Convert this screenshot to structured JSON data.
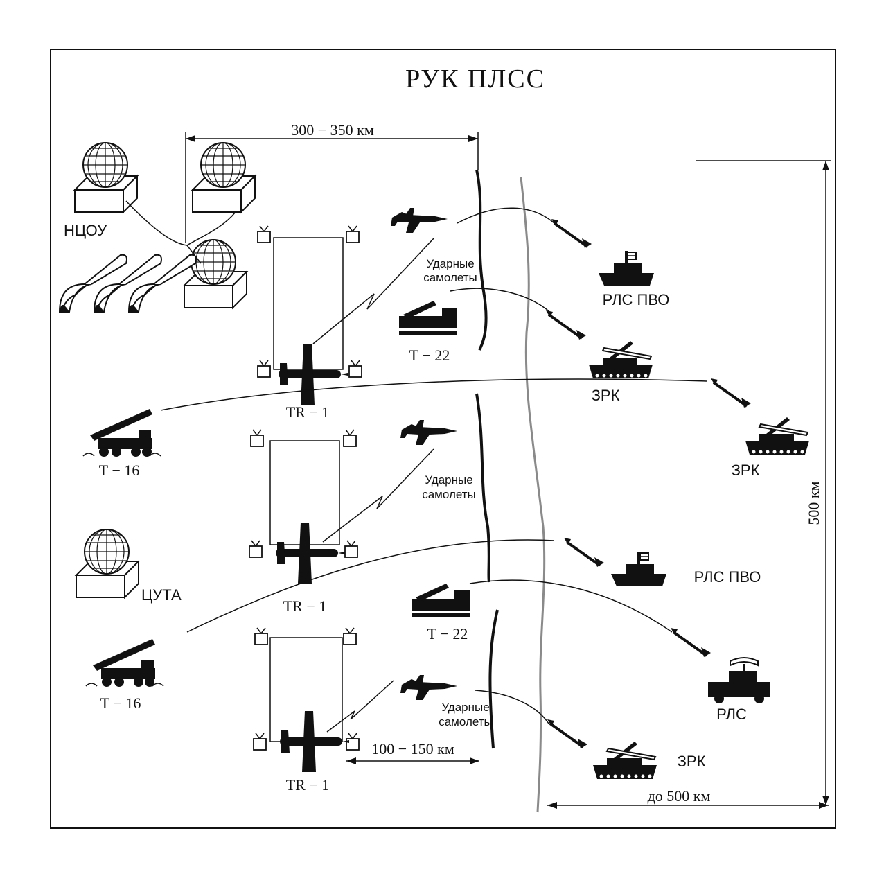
{
  "title": "РУК ПЛСС",
  "dimensions": {
    "top_range": "300 − 350 км",
    "bottom_range": "100 − 150 км",
    "right_range": "до 500 км",
    "vertical_range": "500 км"
  },
  "labels": {
    "ntsou": "НЦОУ",
    "tsuta": "ЦУТА",
    "strike_aircraft_1a": "Ударные",
    "strike_aircraft_1b": "самолеты",
    "strike_aircraft_2a": "Ударные",
    "strike_aircraft_2b": "самолеты",
    "strike_aircraft_3a": "Ударные",
    "strike_aircraft_3b": "самолеты",
    "t22_top": "Т − 22",
    "t22_bottom": "Т − 22",
    "t16_top": "Т − 16",
    "t16_bottom": "Т − 16",
    "tr1_top": "TR − 1",
    "tr1_mid": "TR − 1",
    "tr1_bottom": "TR − 1",
    "rls_pvo_top": "РЛС ПВО",
    "rls_pvo_mid": "РЛС ПВО",
    "zrk_1": "ЗРК",
    "zrk_2": "ЗРК",
    "zrk_3": "ЗРК",
    "rls": "РЛС"
  },
  "colors": {
    "ink": "#111111",
    "front_line_gray": "#8a8a8a"
  }
}
